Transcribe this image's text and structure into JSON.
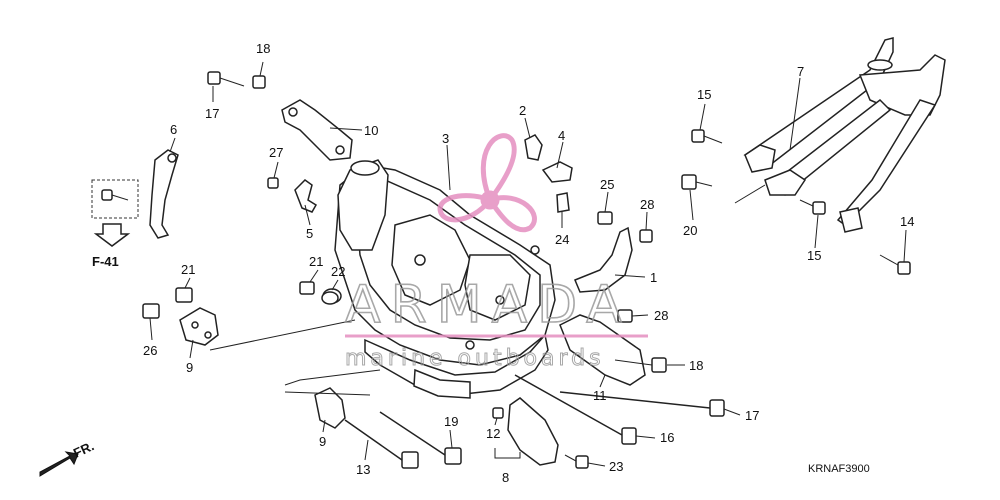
{
  "diagram": {
    "reference_code": "KRNAF3900",
    "section_ref": "F-41",
    "direction_label": "FR.",
    "watermark": {
      "main": "ARMADA",
      "sub": "marine outboards",
      "color": "#e58fc0"
    },
    "callouts": [
      "1",
      "2",
      "3",
      "4",
      "5",
      "6",
      "7",
      "8",
      "9",
      "9",
      "10",
      "11",
      "12",
      "13",
      "14",
      "15",
      "15",
      "16",
      "17",
      "17",
      "18",
      "18",
      "19",
      "20",
      "21",
      "21",
      "22",
      "23",
      "24",
      "25",
      "26",
      "27",
      "28",
      "28"
    ]
  }
}
